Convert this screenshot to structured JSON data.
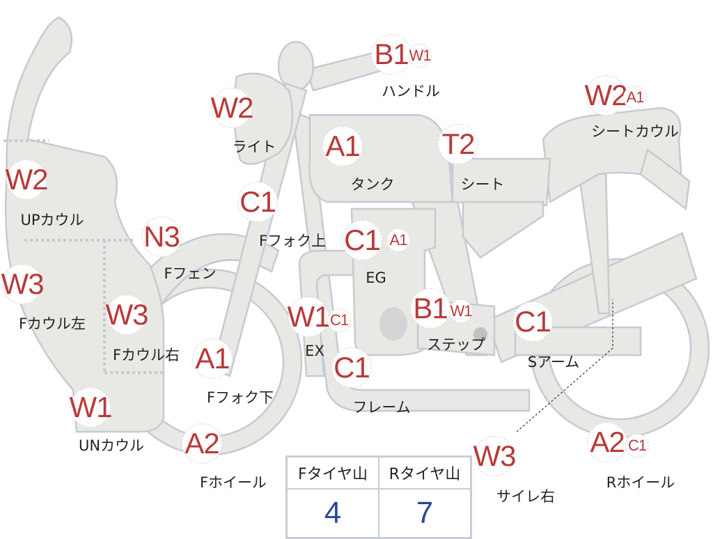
{
  "colors": {
    "code": "#b83a3a",
    "tyre_value": "#2a4a9a",
    "body": "#e8e8e4",
    "outline": "#c6cad2"
  },
  "parts": [
    {
      "codes": [
        "B1",
        "W1"
      ],
      "label": "ハンドル"
    },
    {
      "codes": [
        "W2"
      ],
      "label": "ライト"
    },
    {
      "codes": [
        "A1"
      ],
      "label": "タンク"
    },
    {
      "codes": [
        "T2"
      ],
      "label": "シート"
    },
    {
      "codes": [
        "W2",
        "A1"
      ],
      "label": "シートカウル"
    },
    {
      "codes": [
        "W2"
      ],
      "label": "UPカウル"
    },
    {
      "codes": [
        "C1"
      ],
      "label": "Fフォク上"
    },
    {
      "codes": [
        "N3"
      ],
      "label": "Fフェン"
    },
    {
      "codes": [
        "C1",
        "A1"
      ],
      "label": "EG"
    },
    {
      "codes": [
        "W3"
      ],
      "label": "Fカウル左"
    },
    {
      "codes": [
        "W3"
      ],
      "label": "Fカウル右"
    },
    {
      "codes": [
        "W1",
        "C1"
      ],
      "label": "EX"
    },
    {
      "codes": [
        "B1",
        "W1"
      ],
      "label": "ステップ"
    },
    {
      "codes": [
        "C1"
      ],
      "label": "Sアーム"
    },
    {
      "codes": [
        "A1"
      ],
      "label": "Fフォク下"
    },
    {
      "codes": [
        "C1"
      ],
      "label": "フレーム"
    },
    {
      "codes": [
        "W1"
      ],
      "label": "UNカウル"
    },
    {
      "codes": [
        "A2"
      ],
      "label": "Fホイール"
    },
    {
      "codes": [
        "W3"
      ],
      "label": "サイレ右"
    },
    {
      "codes": [
        "A2",
        "C1"
      ],
      "label": "Rホイール"
    }
  ],
  "tyre_table": {
    "headers": [
      "Fタイヤ山",
      "Rタイヤ山"
    ],
    "values": [
      "4",
      "7"
    ]
  }
}
